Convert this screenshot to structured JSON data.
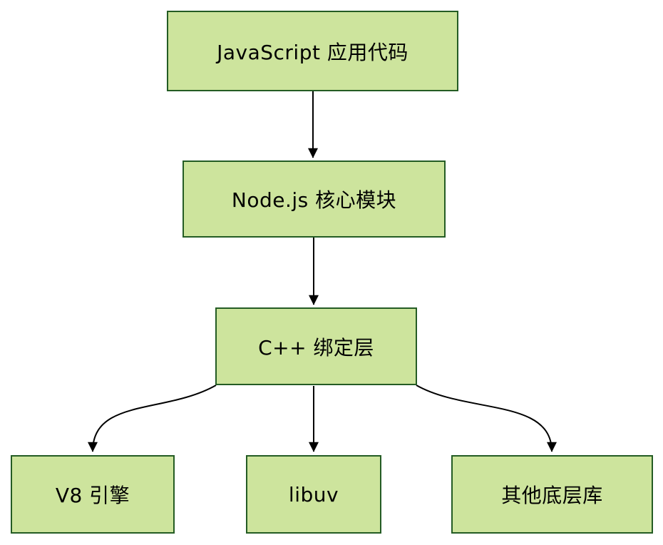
{
  "diagram": {
    "type": "flowchart",
    "direction": "top-down",
    "nodes": [
      {
        "id": "app",
        "label": "JavaScript 应用代码"
      },
      {
        "id": "core",
        "label": "Node.js 核心模块"
      },
      {
        "id": "bindings",
        "label": "C++ 绑定层"
      },
      {
        "id": "v8",
        "label": "V8 引擎"
      },
      {
        "id": "libuv",
        "label": "libuv"
      },
      {
        "id": "other",
        "label": "其他底层库"
      }
    ],
    "edges": [
      {
        "from": "app",
        "to": "core",
        "style": "straight-arrow"
      },
      {
        "from": "core",
        "to": "bindings",
        "style": "straight-arrow"
      },
      {
        "from": "bindings",
        "to": "v8",
        "style": "curved-arrow"
      },
      {
        "from": "bindings",
        "to": "libuv",
        "style": "straight-arrow"
      },
      {
        "from": "bindings",
        "to": "other",
        "style": "curved-arrow"
      }
    ],
    "colors": {
      "node_fill": "#cde49d",
      "node_border": "#245c24",
      "arrow": "#000000",
      "background": "#ffffff",
      "text": "#000000"
    }
  }
}
